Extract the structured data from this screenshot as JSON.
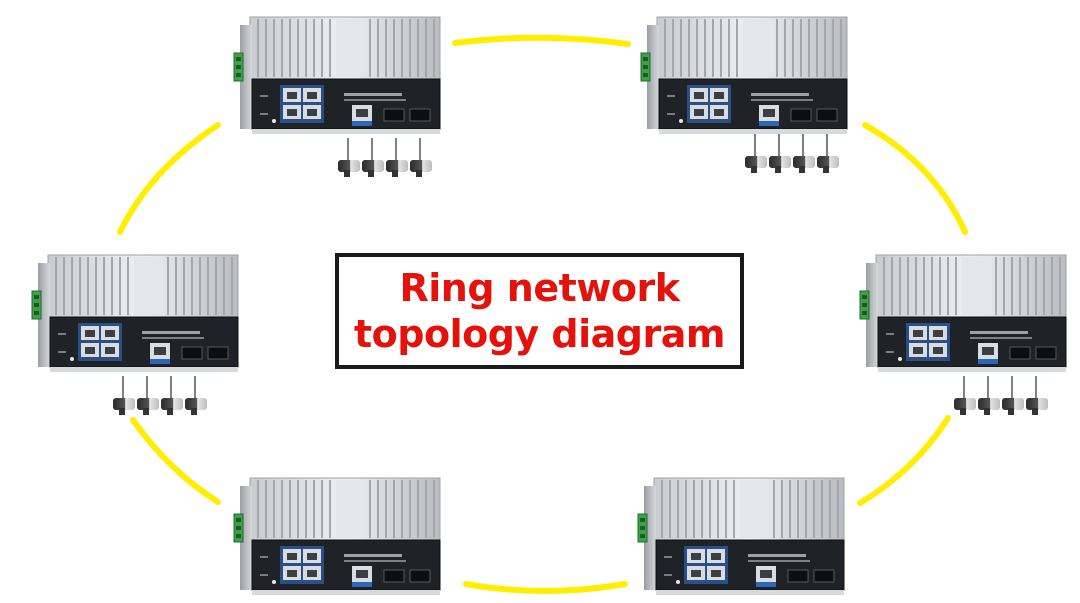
{
  "title": {
    "line1": "Ring network",
    "line2": "topology diagram"
  },
  "colors": {
    "ring_link": "#ffee00",
    "title_text": "#e3120b",
    "title_border": "#1a1a1a"
  },
  "nodes": [
    {
      "id": "switch-top-left",
      "cameras": 4
    },
    {
      "id": "switch-top-right",
      "cameras": 4
    },
    {
      "id": "switch-middle-left",
      "cameras": 4
    },
    {
      "id": "switch-middle-right",
      "cameras": 4
    },
    {
      "id": "switch-bottom-left",
      "cameras": 0
    },
    {
      "id": "switch-bottom-right",
      "cameras": 0
    }
  ],
  "icons": [
    "industrial-switch-icon",
    "ip-camera-icon",
    "ring-link"
  ]
}
